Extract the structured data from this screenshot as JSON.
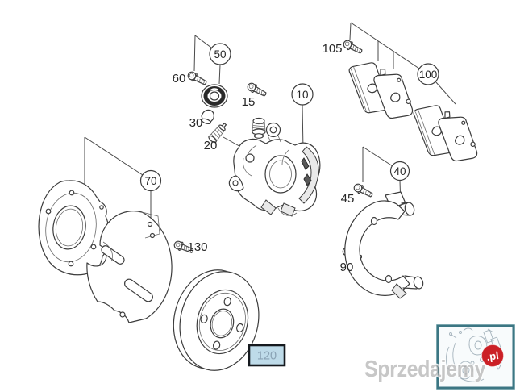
{
  "image": {
    "kind": "exploded-parts-diagram",
    "subject": "Rear disc brake assembly (caliper, pads, carrier, dust shields, brake disc)",
    "background": "#ffffff",
    "line_color": "#3c3c3c"
  },
  "parts": {
    "p10": "10",
    "p15": "15",
    "p20": "20",
    "p30": "30",
    "p40": "40",
    "p45": "45",
    "p50": "50",
    "p60": "60",
    "p70": "70",
    "p90": "90",
    "p100": "100",
    "p105": "105",
    "p120": "120",
    "p130": "130"
  },
  "callouts": {
    "circled": [
      "10",
      "40",
      "50",
      "70",
      "100"
    ],
    "plain": [
      "15",
      "20",
      "30",
      "45",
      "60",
      "90",
      "105",
      "130"
    ],
    "boxed": [
      "120"
    ]
  },
  "selected_box": {
    "label": "120",
    "bg_color": "#bedbe9",
    "border_color": "#15191e",
    "text_color": "#8aa3b5"
  },
  "watermark": {
    "brand": "Sprzedajemy",
    "tld": ".pl",
    "text_color": "#8f8f8f",
    "badge_bg": "#cb2026",
    "badge_text_color": "#ffffff"
  },
  "thumbnail": {
    "border_color": "#3c7683",
    "bg_color": "#f8fbfc"
  }
}
